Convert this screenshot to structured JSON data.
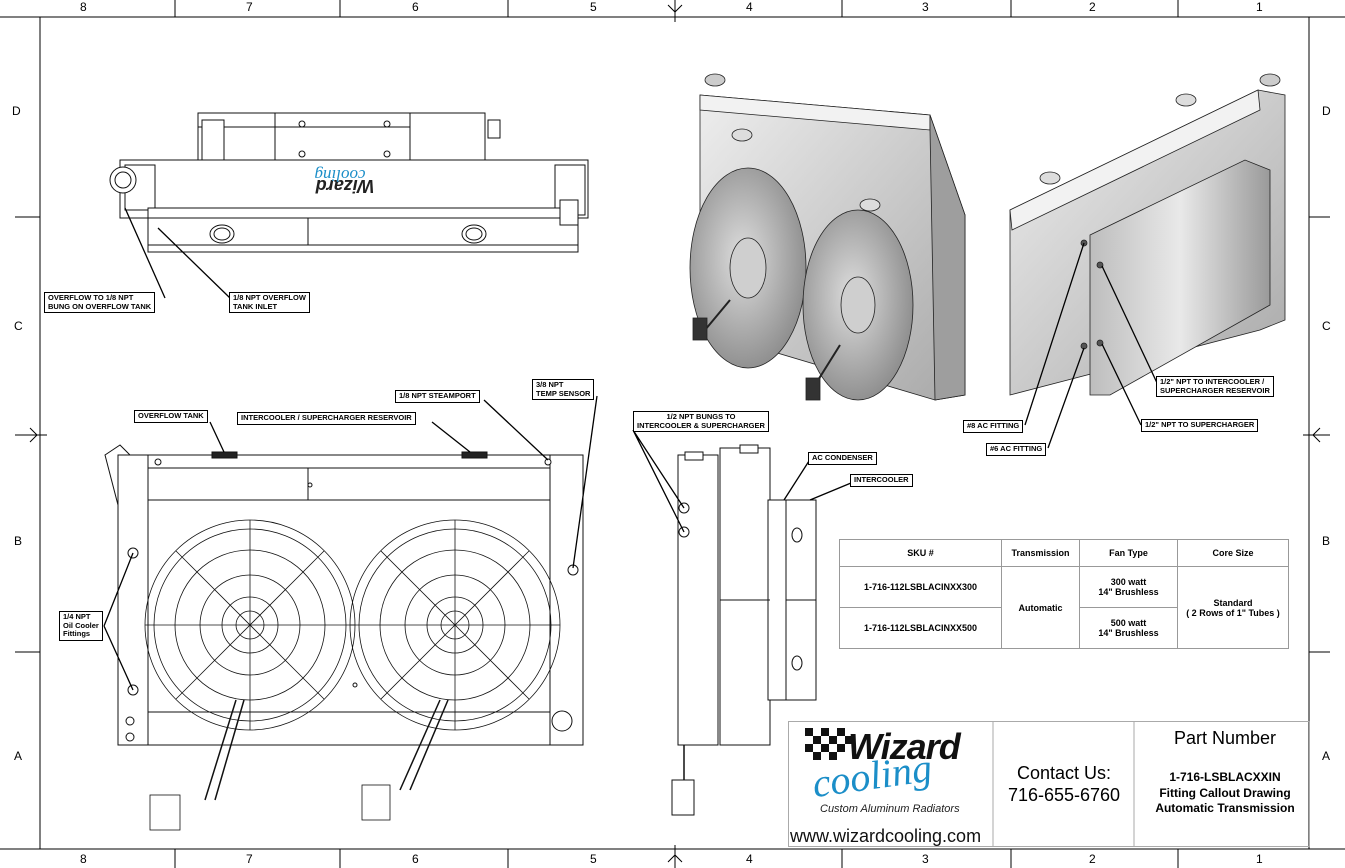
{
  "zones": {
    "columns": [
      "8",
      "7",
      "6",
      "5",
      "4",
      "3",
      "2",
      "1"
    ],
    "rows": [
      "D",
      "C",
      "B",
      "A"
    ]
  },
  "callouts": {
    "overflow_bung": "OVERFLOW TO 1/8 NPT\nBUNG ON OVERFLOW TANK",
    "overflow_inlet": "1/8 NPT OVERFLOW\nTANK INLET",
    "overflow_tank": "OVERFLOW TANK",
    "reservoir": "INTERCOOLER / SUPERCHARGER RESERVOIR",
    "steamport": "1/8 NPT STEAMPORT",
    "temp_sensor": "3/8 NPT\nTEMP SENSOR",
    "oil_cooler": "1/4 NPT\nOil Cooler\nFittings",
    "bungs": "1/2 NPT BUNGS TO\nINTERCOOLER & SUPERCHARGER",
    "ac_condenser": "AC CONDENSER",
    "intercooler": "INTERCOOLER",
    "npt_intercooler_reservoir": "1/2\" NPT TO INTERCOOLER /\nSUPERCHARGER RESERVOIR",
    "ac8": "#8 AC FITTING",
    "ac6": "#6 AC FITTING",
    "npt_supercharger": "1/2\" NPT TO SUPERCHARGER"
  },
  "spec_table": {
    "headers": [
      "SKU #",
      "Transmission",
      "Fan Type",
      "Core Size"
    ],
    "rows": [
      {
        "sku": "1-716-112LSBLACINXX300",
        "fan": "300 watt\n14\" Brushless"
      },
      {
        "sku": "1-716-112LSBLACINXX500",
        "fan": "500 watt\n14\" Brushless"
      }
    ],
    "transmission": "Automatic",
    "core_size": "Standard\n( 2 Rows of 1\" Tubes )"
  },
  "title_block": {
    "logo_word": "Wizard",
    "logo_script": "cooling",
    "tagline": "Custom Aluminum Radiators",
    "website": "www.wizardcooling.com",
    "contact_label": "Contact Us:",
    "contact_phone": "716-655-6760",
    "part_number_label": "Part Number",
    "part_number": "1-716-LSBLACXXIN",
    "description_line1": "Fitting Callout Drawing",
    "description_line2": "Automatic Transmission"
  },
  "colors": {
    "line": "#000000",
    "logo_blue": "#1b8ec8",
    "metal": "#d4d4d4"
  }
}
